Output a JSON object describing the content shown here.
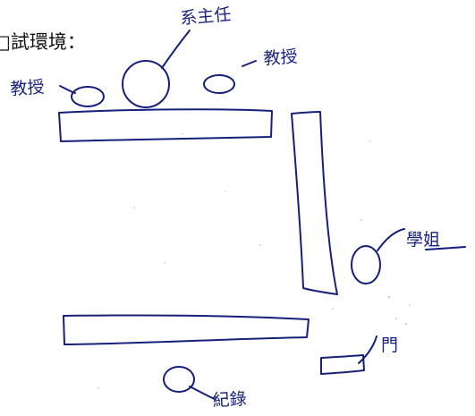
{
  "title": "□試環境：",
  "labels": {
    "department_head": "系主任",
    "professor_left": "教授",
    "professor_right": "教授",
    "senior_student": "學姐",
    "door": "門",
    "recorder": "紀錄"
  },
  "colors": {
    "ink": "#16207a",
    "paper": "#ffffff"
  }
}
